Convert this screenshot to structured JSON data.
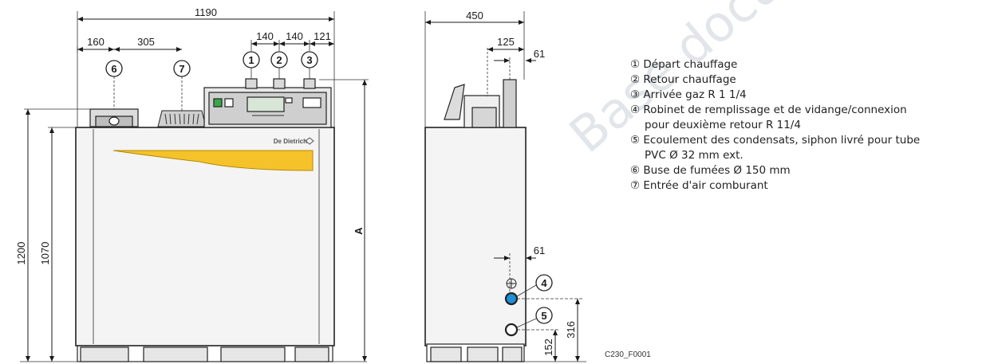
{
  "dimensions": {
    "overall_width": "1190",
    "side_depth": "450",
    "offset_6": "160",
    "offset_7": "305",
    "spacing_1": "140",
    "spacing_2": "140",
    "spacing_3": "121",
    "side_offset_flue": "125",
    "side_offset_pipe": "61",
    "side_offset_low": "61",
    "height_total": "1200",
    "height_body": "1070",
    "height_a": "A",
    "height_5": "152",
    "height_4": "316"
  },
  "callouts": [
    "1",
    "2",
    "3",
    "4",
    "5",
    "6",
    "7"
  ],
  "brand": "De Dietrich",
  "legend": [
    {
      "num": "①",
      "text": "Départ chauffage"
    },
    {
      "num": "②",
      "text": "Retour chauffage"
    },
    {
      "num": "③",
      "text": "Arrivée gaz R 1 1/4"
    },
    {
      "num": "④",
      "text": "Robinet de remplissage et de vidange/connexion",
      "cont": "pour deuxième retour R 11/4"
    },
    {
      "num": "⑤",
      "text": "Ecoulement des condensats, siphon livré pour tube",
      "cont": "PVC Ø 32 mm ext."
    },
    {
      "num": "⑥",
      "text": "Buse de fumées Ø 150 mm"
    },
    {
      "num": "⑦",
      "text": "Entrée d'air comburant"
    }
  ],
  "reference": "C230_F0001",
  "watermark": "Base documentaire des",
  "colors": {
    "accent_yellow": "#f5c22a",
    "blue_connection": "#1e8fd8",
    "panel_green": "#36a84a"
  }
}
